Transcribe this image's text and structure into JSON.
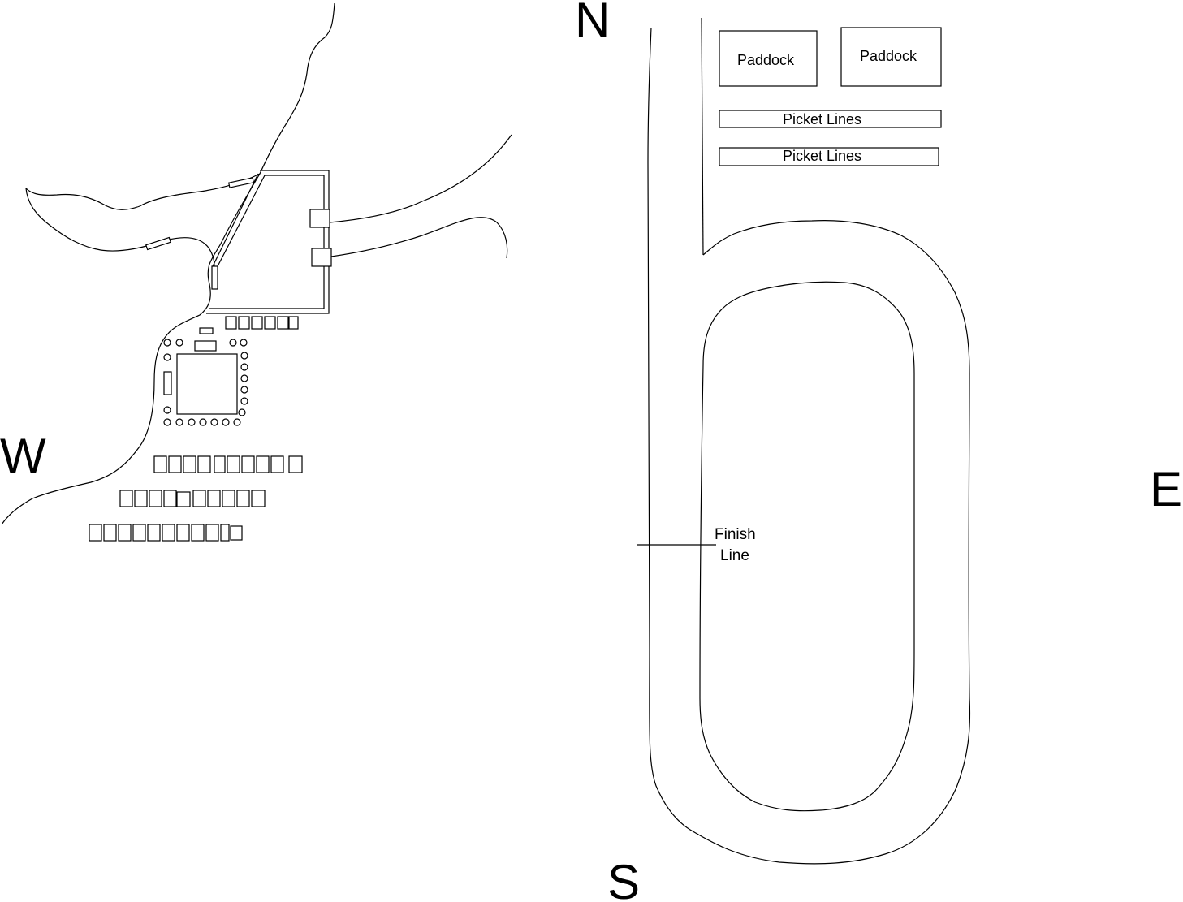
{
  "compass": {
    "north": "N",
    "south": "S",
    "east": "E",
    "west": "W"
  },
  "paddocks": [
    "Paddock",
    "Paddock"
  ],
  "picket_lines": [
    "Picket Lines",
    "Picket Lines"
  ],
  "finish_line": {
    "line1": "Finish",
    "line2": "Line"
  }
}
